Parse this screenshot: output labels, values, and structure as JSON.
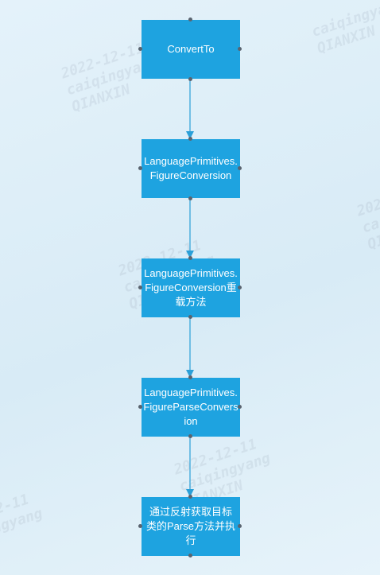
{
  "watermark": {
    "date": "2022-12-11",
    "user": "caiqingyang",
    "org": "QIANXIN"
  },
  "nodes": [
    {
      "id": "n1",
      "label": "ConvertTo"
    },
    {
      "id": "n2",
      "label": "LanguagePrimitives.FigureConversion"
    },
    {
      "id": "n3",
      "label": "LanguagePrimitives.FigureConversion重载方法"
    },
    {
      "id": "n4",
      "label": "LanguagePrimitives.FigureParseConversion"
    },
    {
      "id": "n5",
      "label": "通过反射获取目标类的Parse方法并执行"
    }
  ],
  "edges": [
    {
      "from": "n1",
      "to": "n2"
    },
    {
      "from": "n2",
      "to": "n3"
    },
    {
      "from": "n3",
      "to": "n4"
    },
    {
      "from": "n4",
      "to": "n5"
    }
  ],
  "colors": {
    "node_fill": "#1ea3e0",
    "edge": "#2a9fd8",
    "port": "#5a6470"
  }
}
